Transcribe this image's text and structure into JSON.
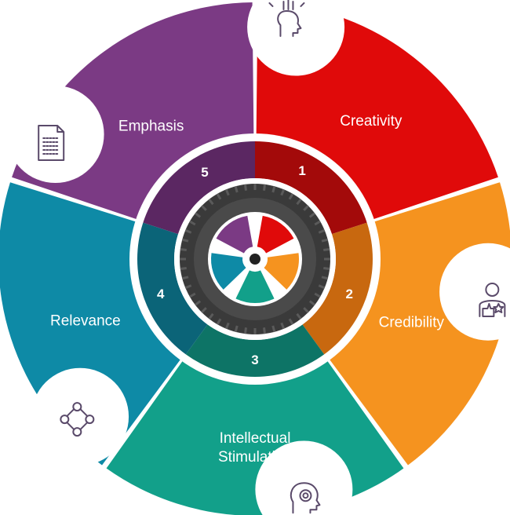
{
  "segments": [
    {
      "number": "1",
      "label": "Creativity",
      "color": "#e00a0a",
      "dark": "#a30a0a",
      "icon": "creative-head-icon"
    },
    {
      "number": "2",
      "label": "Credibility",
      "color": "#f5931f",
      "dark": "#c8680f",
      "icon": "thumbs-up-person-icon"
    },
    {
      "number": "3",
      "label": "Intellectual Stimulation",
      "color": "#12a08a",
      "dark": "#0d7466",
      "icon": "gear-head-icon"
    },
    {
      "number": "4",
      "label": "Relevance",
      "color": "#0e8aa6",
      "dark": "#0b6478",
      "icon": "connected-circles-icon"
    },
    {
      "number": "5",
      "label": "Emphasis",
      "color": "#7b3a84",
      "dark": "#5b2762",
      "icon": "document-icon"
    }
  ],
  "center": {
    "tire_color": "#3a3a3a",
    "hub_color": "#ffffff"
  }
}
